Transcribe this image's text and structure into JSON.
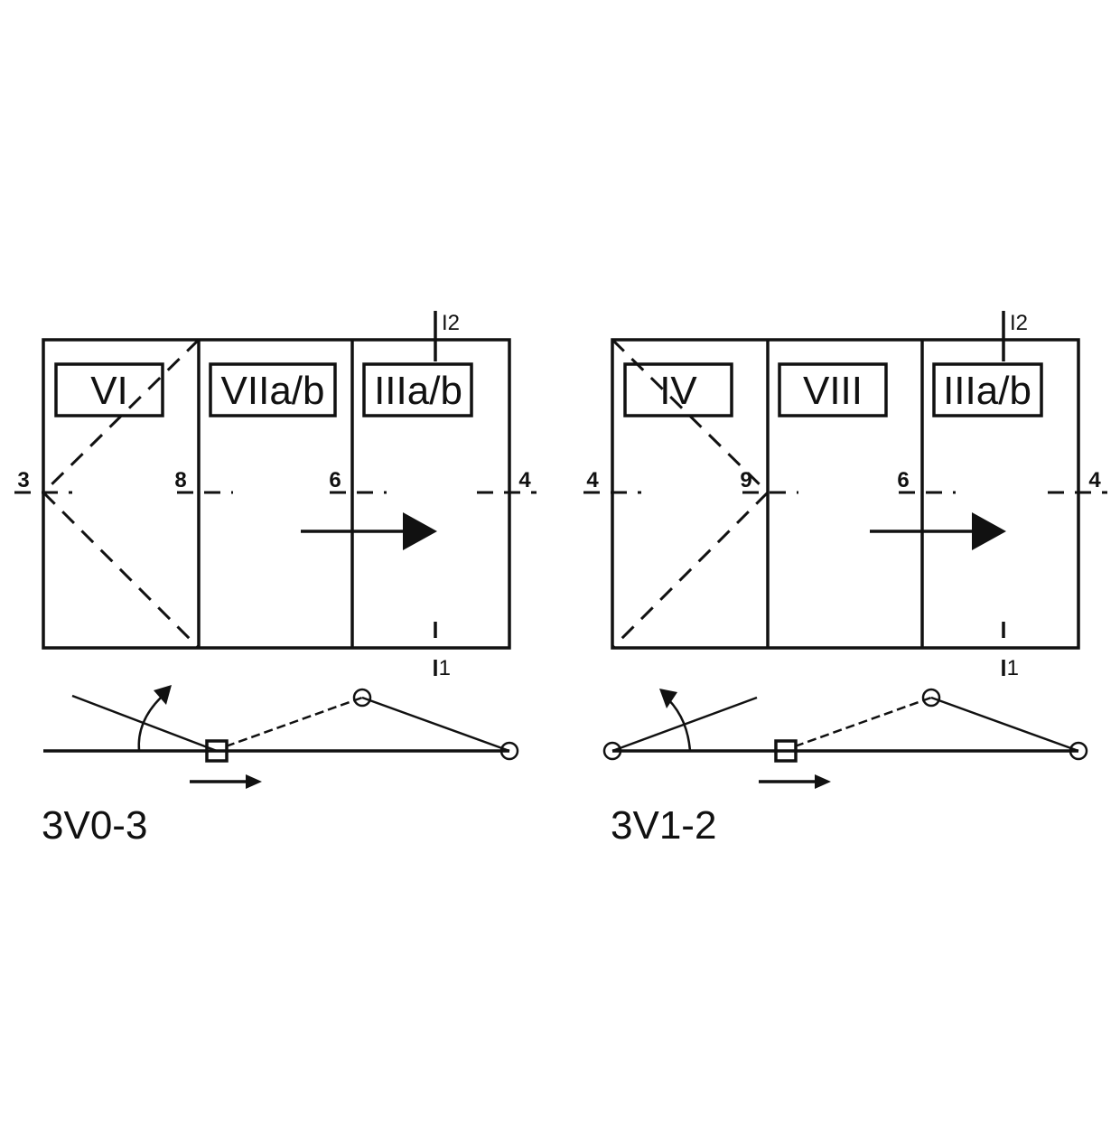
{
  "diagrams": [
    {
      "caption": "3V0-3",
      "zones": [
        "VI",
        "VIIa/b",
        "IIIa/b"
      ],
      "nodes": [
        "3",
        "8",
        "6",
        "4"
      ],
      "io_top": "I2",
      "io_bottom": "I1"
    },
    {
      "caption": "3V1-2",
      "zones": [
        "IV",
        "VIII",
        "IIIa/b"
      ],
      "nodes": [
        "4",
        "9",
        "6",
        "4"
      ],
      "io_top": "I2",
      "io_bottom": "I1"
    }
  ]
}
